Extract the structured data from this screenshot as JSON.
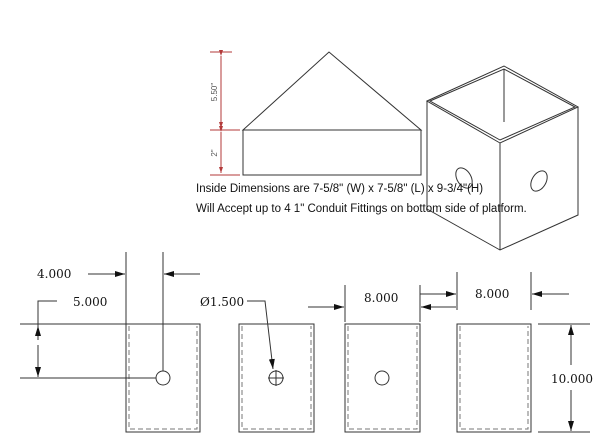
{
  "roof_dimensions": {
    "roof_height": "5.50\"",
    "base_height": "2\""
  },
  "notes": [
    "Inside Dimensions are 7-5/8\" (W) x 7-5/8\" (L) x 9-3/4\"(H)",
    "Will Accept up to 4 1\" Conduit Fittings on bottom side of platform."
  ],
  "dimensions": {
    "hole_horizontal": "4.000",
    "hole_vertical": "5.000",
    "hole_diameter": "Ø1.500",
    "width_a": "8.000",
    "width_b": "8.000",
    "height": "10.000"
  }
}
